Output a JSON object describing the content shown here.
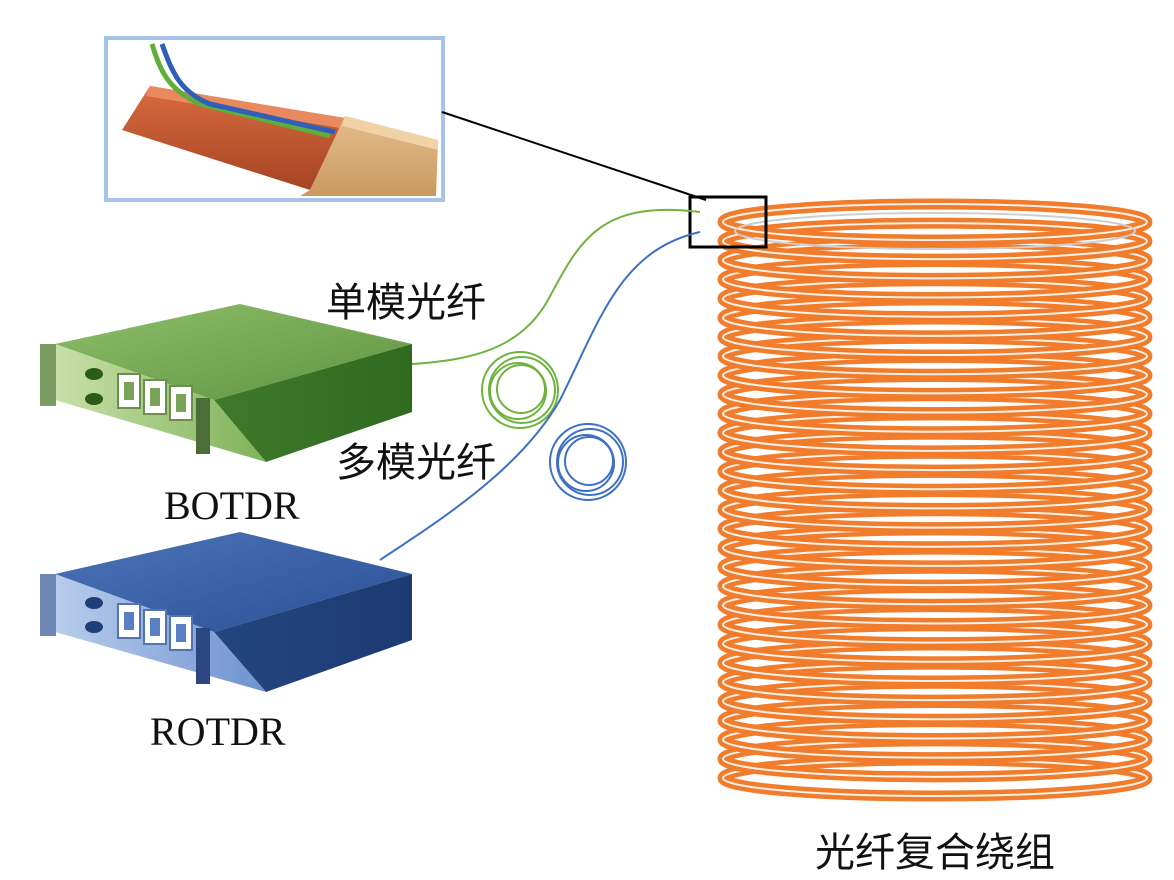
{
  "labels": {
    "single_mode_fiber": "单模光纤",
    "multi_mode_fiber": "多模光纤",
    "botdr": "BOTDR",
    "rotdr": "ROTDR",
    "fiber_composite_winding": "光纤复合绕组"
  },
  "colors": {
    "single_mode_fiber": "#6fb33f",
    "multi_mode_fiber": "#3d6fc4",
    "winding_copper": "#f07c2c",
    "botdr_body": "#5b8f3c",
    "rotdr_body": "#2c4f8f",
    "inset_border": "#a7c4e8"
  },
  "icons": {
    "botdr": "rack-instrument-green",
    "rotdr": "rack-instrument-blue",
    "inset": "conductor-cross-section-with-embedded-fibers",
    "winding": "coil-stack"
  }
}
